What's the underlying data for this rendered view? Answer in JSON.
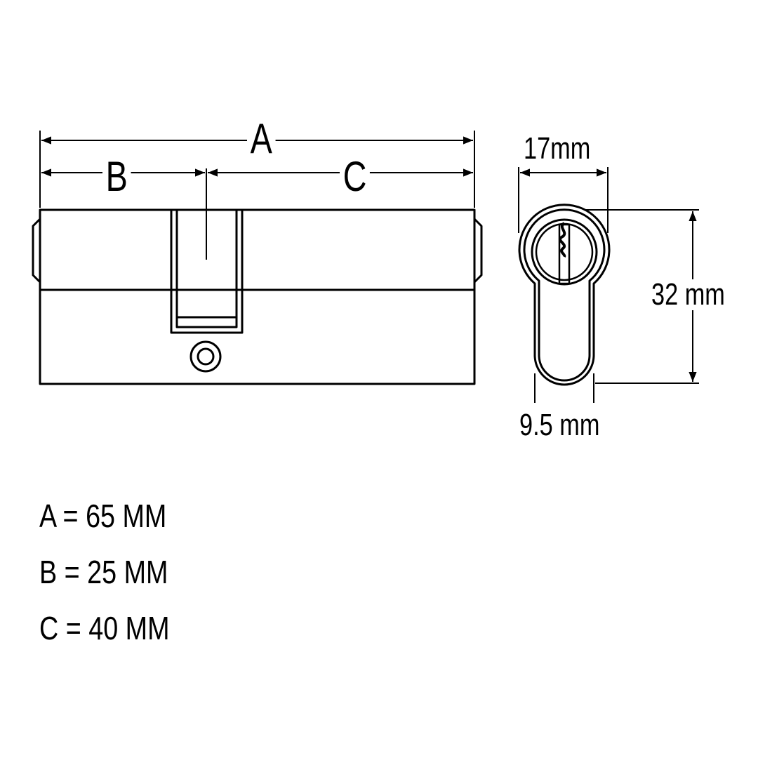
{
  "front_view": {
    "label_a": "A",
    "label_b": "B",
    "label_c": "C"
  },
  "side_view": {
    "width_label": "17mm",
    "height_label": "32 mm",
    "bottom_width_label": "9.5 mm"
  },
  "legend": [
    {
      "text": "A = 65 MM"
    },
    {
      "text": "B = 25 MM"
    },
    {
      "text": "C = 40 MM"
    }
  ],
  "colors": {
    "line": "#000000",
    "background": "#ffffff"
  }
}
